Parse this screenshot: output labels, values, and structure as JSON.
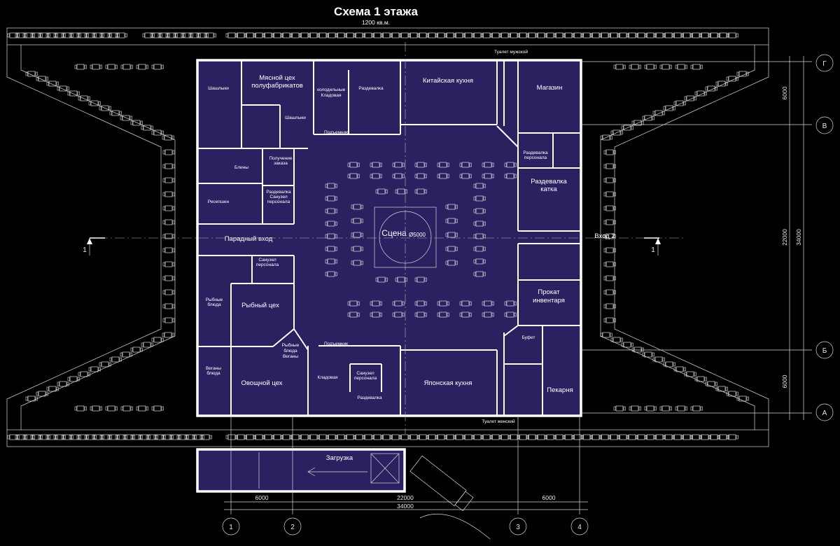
{
  "title": "Схема 1 этажа",
  "subtitle": "1200 кв.м.",
  "rooms": {
    "shashlyki_1": "Шашлыки",
    "meat_shop_1": "Мясной цех",
    "meat_shop_2": "полуфабрикатов",
    "storage": "холодильные",
    "storage_2": "Кладовая",
    "dressing_staff_top": "Раздевалка",
    "shashlyki_2": "Шашлыки",
    "chinese_kitchen": "Китайская кухня",
    "delivery_top": "Подъемник",
    "toilet_male": "Туалет мужской",
    "shop": "Магазин",
    "blinchiki": "Блины",
    "receiving": "Получение",
    "receiving_2": "заказа",
    "reception": "Ресепшен",
    "staff_wc": "Раздевалка",
    "staff_wc_2": "Санузел",
    "staff_wc_3": "персонала",
    "staff_dressing_2": "Раздевалка",
    "staff_dressing_3": "персонала",
    "skate_dressing_1": "Раздевалка",
    "skate_dressing_2": "катка",
    "main_entrance": "Парадный вход",
    "stage": "Сцена",
    "stage_diameter": "Ø5000",
    "entrance_2": "Вход 2",
    "wc_small": "Санузел",
    "wc_small_2": "персонала",
    "fish_dishes_1": "Рыбные",
    "fish_dishes_2": "блюда",
    "fish_shop": "Рыбный цех",
    "fish_vegan_1": "Рыбные",
    "fish_vegan_2": "блюда",
    "fish_vegan_3": "Веганы",
    "rental_1": "Прокат",
    "rental_2": "инвентаря",
    "buffet": "Буфет",
    "delivery_bottom": "Подъемник",
    "vegan_1": "Веганы",
    "vegan_2": "блюда",
    "veg_shop": "Овощной цех",
    "storage_b": "Кладовая",
    "wc_b_1": "Санузел",
    "wc_b_2": "персонала",
    "dressing_b": "Раздевалка",
    "japanese_kitchen": "Японская кухня",
    "bakery": "Пекарня",
    "toilet_female": "Туалет женский",
    "loading": "Загрузка"
  },
  "axes": {
    "cols": [
      "1",
      "2",
      "3",
      "4"
    ],
    "rows": [
      "Г",
      "В",
      "Б",
      "А"
    ],
    "section_left": "1",
    "section_right": "1"
  },
  "dimensions": {
    "bottom_left": "6000",
    "bottom_mid": "22000",
    "bottom_right": "6000",
    "bottom_total": "34000",
    "right_top": "6000",
    "right_mid": "22000",
    "right_bottom": "6000",
    "right_total": "34000"
  },
  "colors": {
    "background": "#000000",
    "building_fill": "#2b2060",
    "lines": "#ffffff"
  }
}
